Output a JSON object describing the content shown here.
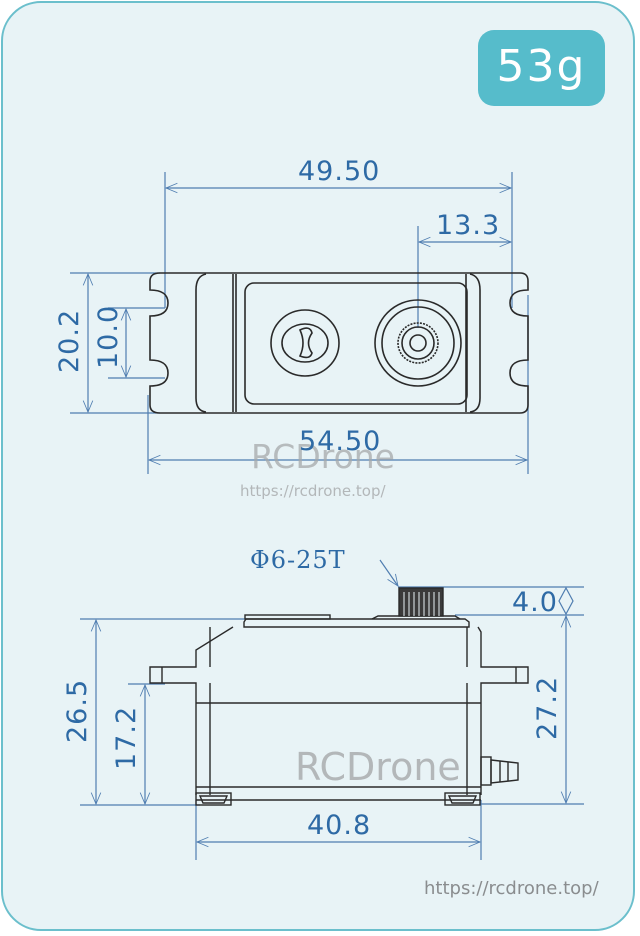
{
  "weight_badge": {
    "label": "53g",
    "color": "#56bccb"
  },
  "colors": {
    "dimension_line": "#4f7db0",
    "dimension_text": "#2e6aa5",
    "outline": "#2a2a2a",
    "card_bg": "#e8f3f6",
    "card_border": "#6bbfcc"
  },
  "top_view": {
    "overall_width": "49.50",
    "horn_offset": "13.3",
    "height": "20.2",
    "hole_spacing": "10.0",
    "total_length": "54.50",
    "watermark": "RCDrone",
    "watermark_url": "https://rcdrone.top/"
  },
  "side_view": {
    "spline_label": "Φ6-25T",
    "spline_prefix": "Φ",
    "spline_spec": "6-25T",
    "spline_height": "4.0",
    "body_height_left": "26.5",
    "mount_height": "17.2",
    "body_height_right": "27.2",
    "body_width": "40.8",
    "watermark": "RCDrone"
  },
  "footer": {
    "url": "https://rcdrone.top/"
  }
}
